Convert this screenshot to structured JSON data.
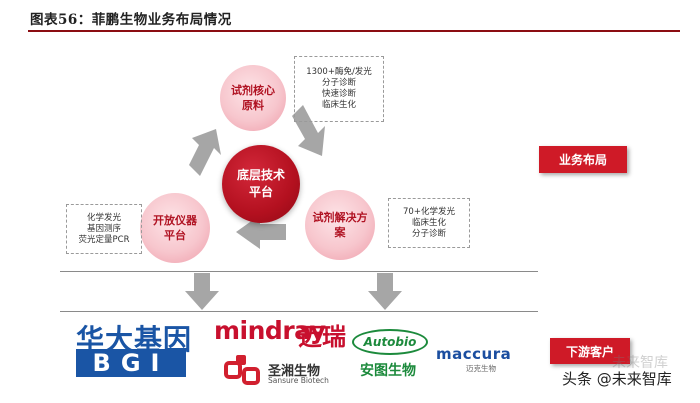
{
  "title": "图表56：菲鹏生物业务布局情况",
  "center": {
    "line1": "底层技术",
    "line2": "平台"
  },
  "nodes": {
    "top": {
      "line1": "试剂核心",
      "line2": "原料"
    },
    "right": {
      "line1": "试剂解决方",
      "line2": "案"
    },
    "left": {
      "line1": "开放仪器",
      "line2": "平台"
    }
  },
  "notes": {
    "top": "1300+酶免/发光\n分子诊断\n快速诊断\n临床生化",
    "right": "70+化学发光\n临床生化\n分子诊断",
    "left": "化学发光\n基因测序\n荧光定量PCR"
  },
  "labels": {
    "business": "业务布局",
    "customers": "下游客户"
  },
  "logos": {
    "bgi_cn": "华大基因",
    "bgi_en": "BGI",
    "mindray_en": "mindray",
    "mindray_cn": "迈瑞",
    "sansure_cn": "圣湘生物",
    "sansure_en": "Sansure Biotech",
    "autobio_en": "Autobio",
    "autobio_cn": "安图生物",
    "maccura_en": "maccura",
    "maccura_cn": "迈克生物"
  },
  "watermark": "头条 @未来智库",
  "watermark_ghost": "未来智库",
  "colors": {
    "brand_red": "#cf1a27",
    "dark_red": "#8b0d12",
    "gray_arrow": "#a6a6a6"
  }
}
